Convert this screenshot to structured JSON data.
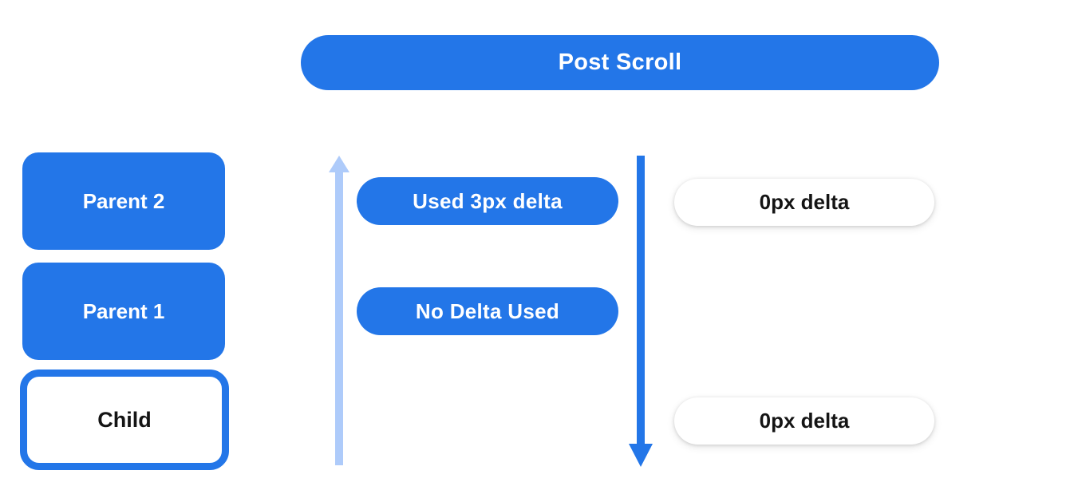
{
  "banner": {
    "label": "Post Scroll"
  },
  "colors": {
    "primary_blue": "#2376e8",
    "light_blue": "#aecbfa",
    "pill_text_light": "#ffffff",
    "pill_text_dark": "#141414",
    "background": "#ffffff"
  },
  "stack": {
    "boxes": [
      {
        "label": "Parent 2",
        "style": "blue"
      },
      {
        "label": "Parent 1",
        "style": "blue"
      },
      {
        "label": "Child",
        "style": "outlined"
      }
    ]
  },
  "deltas": {
    "consumed": [
      {
        "label": "Used 3px delta"
      },
      {
        "label": "No Delta Used"
      }
    ],
    "remaining": [
      {
        "label": "0px delta"
      },
      {
        "label": "0px delta"
      }
    ]
  },
  "arrows": {
    "up": {
      "name": "upward-scroll-arrow",
      "color": "#aecbfa"
    },
    "down": {
      "name": "downward-scroll-arrow",
      "color": "#2376e8"
    }
  }
}
